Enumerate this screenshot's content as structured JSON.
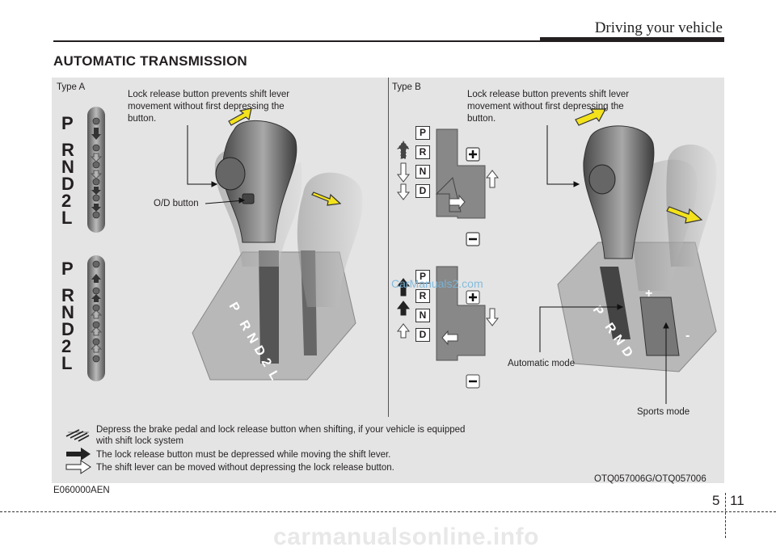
{
  "header": {
    "title": "Driving your vehicle"
  },
  "section": {
    "title": "AUTOMATIC TRANSMISSION"
  },
  "figure": {
    "type_a": {
      "label": "Type A",
      "callout_lock": "Lock release button prevents shift lever movement without first depressing the button.",
      "callout_od": "O/D button",
      "gate_letters": [
        "P",
        "R",
        "N",
        "D",
        "2",
        "L"
      ]
    },
    "type_b": {
      "label": "Type B",
      "callout_lock": "Lock release button prevents shift lever movement without first depressing the button.",
      "callout_auto": "Automatic mode",
      "callout_sports": "Sports mode",
      "gate_letters": [
        "P",
        "R",
        "N",
        "D"
      ],
      "plus": "+",
      "minus": "−"
    },
    "watermark": "CarManuals2.com",
    "figure_code": "OTQ057006G/OTQ057006"
  },
  "legend": {
    "hatched": "Depress the brake pedal and lock release button when shifting, if your vehicle is equipped with shift lock system",
    "solid": "The lock release button must be depressed while moving the shift lever.",
    "outline": "The shift lever can be moved without depressing the lock release button."
  },
  "doc_code": "E060000AEN",
  "footer": {
    "chapter": "5",
    "page": "11",
    "site": "carmanualsonline.info"
  },
  "colors": {
    "panel": "#e4e4e4",
    "arrow_yellow": "#f3e21c",
    "text": "#231f20"
  }
}
